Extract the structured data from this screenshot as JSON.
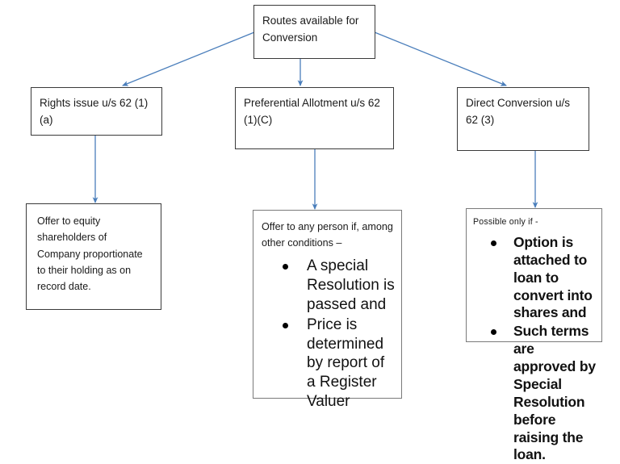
{
  "diagram": {
    "title_node": {
      "id": "routes-available",
      "text": "Routes available for Conversion"
    },
    "route_nodes": [
      {
        "id": "rights-issue",
        "text": "Rights issue u/s 62 (1) (a)"
      },
      {
        "id": "preferential-allotment",
        "text": "Preferential Allotment u/s 62 (1)(C)"
      },
      {
        "id": "direct-conversion",
        "text": "Direct Conversion u/s 62 (3)"
      }
    ],
    "detail_nodes": [
      {
        "id": "rights-issue-detail",
        "text": "Offer to equity shareholders of Company proportionate to their holding as on record date.",
        "bullets": []
      },
      {
        "id": "preferential-allotment-detail",
        "text": "Offer to any person if, among other conditions –",
        "bullets": [
          "A special Resolution is passed and",
          "Price is determined by report of a Register Valuer"
        ]
      },
      {
        "id": "direct-conversion-detail",
        "text": "Possible only if -",
        "bullets": [
          "Option is attached to loan to convert into shares and",
          "Such terms are approved by Special Resolution before raising the loan."
        ]
      }
    ],
    "colors": {
      "connector": "#4a7ebb",
      "box_border": "#3a3a3a",
      "box_border_light": "#7a7a7a",
      "text": "#1a1a1a",
      "background": "#ffffff"
    }
  }
}
